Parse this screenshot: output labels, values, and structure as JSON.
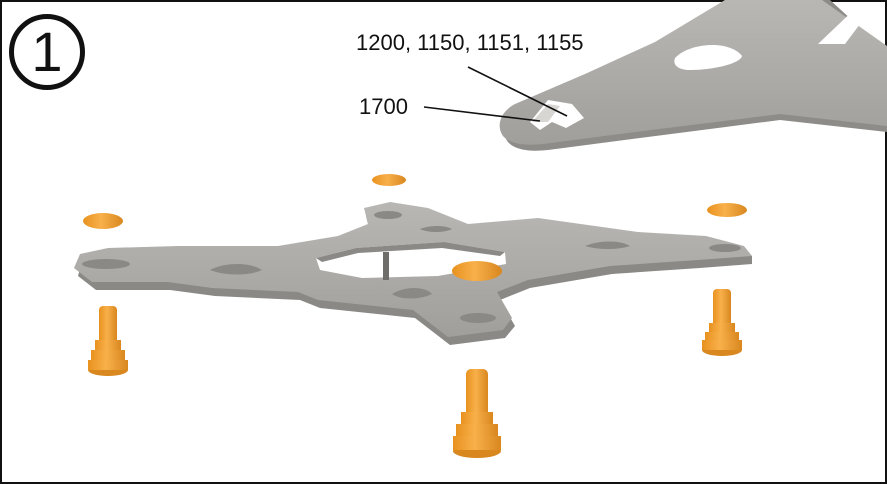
{
  "step": {
    "number": "1"
  },
  "labels": {
    "socket_115x": "1200, 1150, 1151, 1155",
    "socket_1700": "1700"
  },
  "colors": {
    "plate_gray": "#a9a7a3",
    "plate_edge": "#8b8985",
    "plate_light": "#c4c2be",
    "standoff_orange": "#f3a43a",
    "standoff_shadow": "#d9871f",
    "outline": "#111111"
  }
}
